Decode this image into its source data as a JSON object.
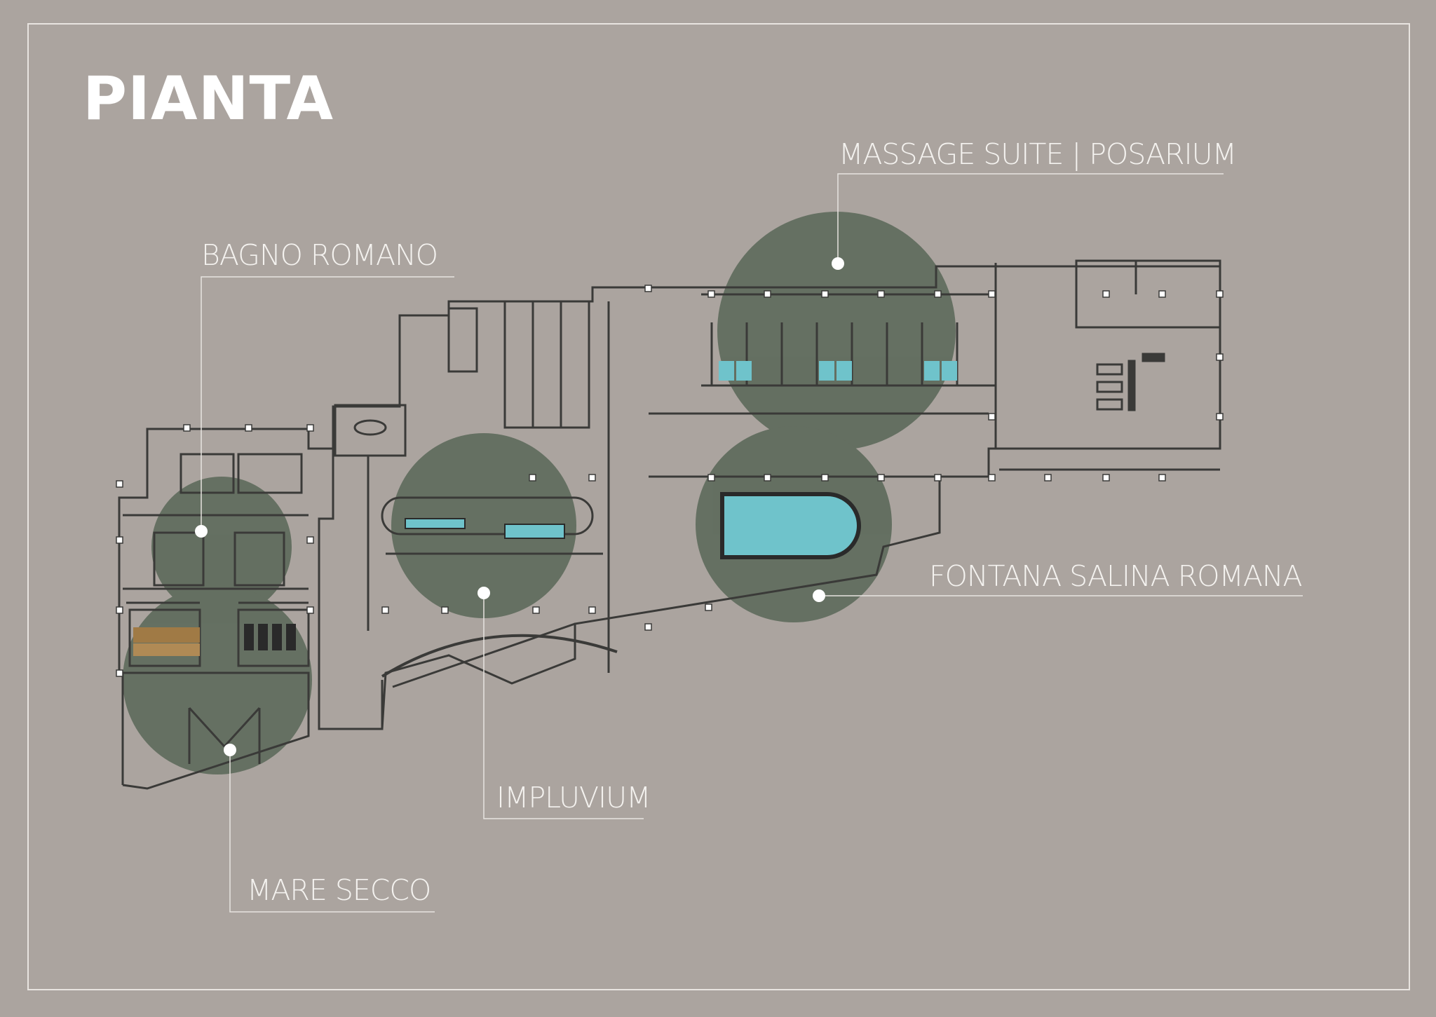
{
  "title": "PIANTA",
  "colors": {
    "background": "#aba49f",
    "frame": "#e8e4e0",
    "zone_circle": "#5e6b5c",
    "plan_lines": "#3a3a38",
    "water": "#6fc3cb",
    "label_text": "#f4f2ef"
  },
  "zones": [
    {
      "id": "massage",
      "label": "MASSAGE SUITE | POSARIUM"
    },
    {
      "id": "bagno",
      "label": "BAGNO ROMANO"
    },
    {
      "id": "fontana",
      "label": "FONTANA SALINA ROMANA"
    },
    {
      "id": "impluvium",
      "label": "IMPLUVIUM"
    },
    {
      "id": "mare",
      "label": "MARE SECCO"
    }
  ]
}
